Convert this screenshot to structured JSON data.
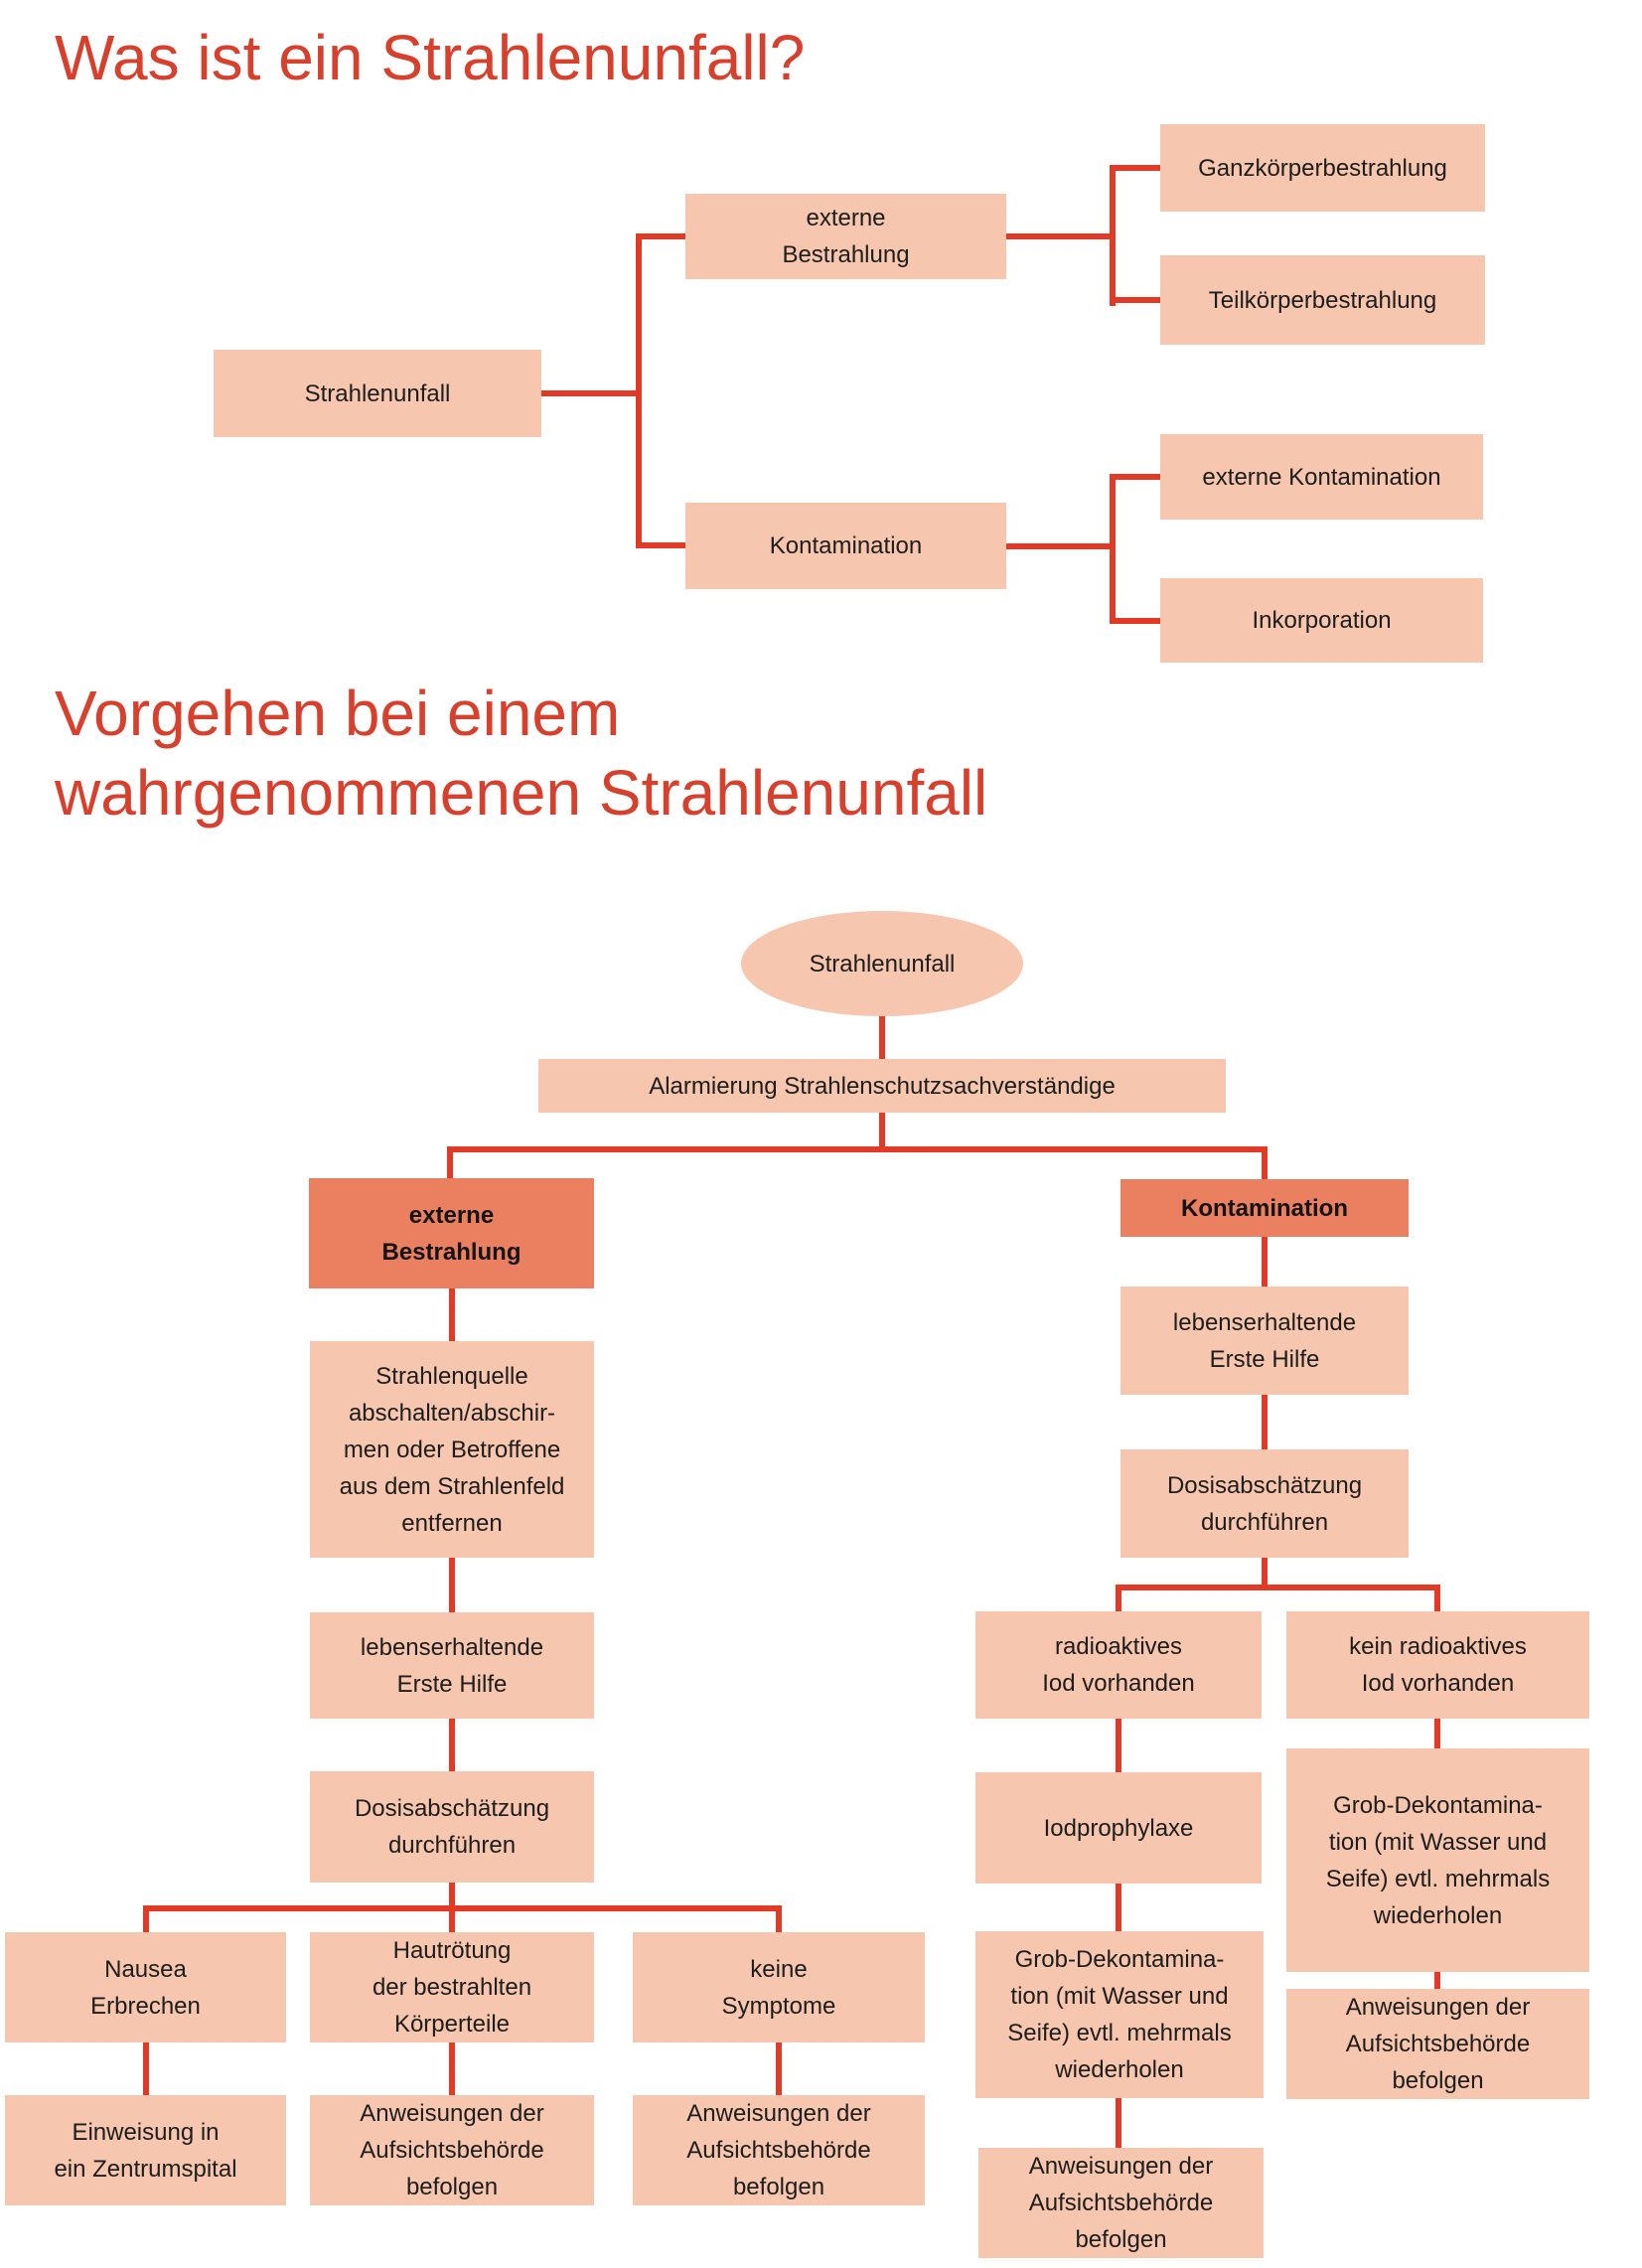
{
  "colors": {
    "title_red": "#d6402c",
    "connector_red": "#e23a26",
    "node_fill": "#f7c6ae",
    "node_fill_dark": "#ea8060",
    "node_text": "#1d1d1b"
  },
  "diagram1": {
    "title": "Was ist ein Strahlenunfall?",
    "nodes": {
      "root": "Strahlenunfall",
      "externe_bestrahlung": "externe\nBestrahlung",
      "kontamination": "Kontamination",
      "ganzkoerperbestrahlung": "Ganzkörperbestrahlung",
      "teilkoerperbestrahlung": "Teilkörperbestrahlung",
      "externe_kontamination": "externe Kontamination",
      "inkorporation": "Inkorporation"
    }
  },
  "diagram2": {
    "title": "Vorgehen bei einem\nwahrgenommenen Strahlenunfall",
    "nodes": {
      "start": "Strahlenunfall",
      "alarmierung": "Alarmierung Strahlenschutzsachverständige",
      "externe_bestrahlung": "externe\nBestrahlung",
      "kontamination": "Kontamination",
      "strahlenquelle": "Strahlenquelle\nabschalten/abschir-\nmen oder Betroffene\naus dem Strahlenfeld\nentfernen",
      "lebenserhaltende_erste_hilfe": "lebenserhaltende\nErste Hilfe",
      "dosisabschaetzung": "Dosisabschätzung\ndurchführen",
      "nausea_erbrechen": "Nausea\nErbrechen",
      "hautroetung": "Hautrötung\nder bestrahlten\nKörperteile",
      "keine_symptome": "keine\nSymptome",
      "einweisung": "Einweisung in\nein Zentrumspital",
      "anweisungen": "Anweisungen der\nAufsichtsbehörde\nbefolgen",
      "radioaktives_iod": "radioaktives\nIod vorhanden",
      "kein_radioaktives_iod": "kein radioaktives\nIod vorhanden",
      "iodprophylaxe": "Iodprophylaxe",
      "grob_dekontamination": "Grob-Dekontamina-\ntion (mit Wasser und\nSeife) evtl. mehrmals\nwiederholen"
    }
  }
}
